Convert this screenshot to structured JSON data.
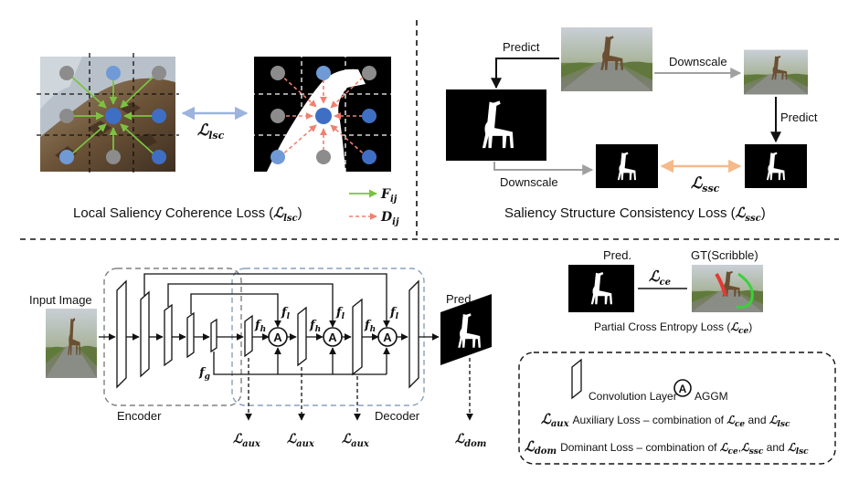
{
  "local_loss": {
    "symbol": "ℒ",
    "sub": "lsc",
    "caption": "Local Saliency Coherence Loss (",
    "caption_symbol": "ℒ",
    "caption_sub": "lsc",
    "caption_end": ")",
    "legend": [
      {
        "label": "F",
        "sub": "ij",
        "color": "#7cc242"
      },
      {
        "label": "D",
        "sub": "ij",
        "color": "#f08070"
      }
    ]
  },
  "structure_loss": {
    "predict_top": "Predict",
    "downscale_top": "Downscale",
    "predict_right": "Predict",
    "downscale_bottom": "Downscale",
    "symbol": "ℒ",
    "sub": "ssc",
    "caption": "Saliency Structure Consistency Loss (",
    "caption_symbol": "ℒ",
    "caption_sub": "ssc",
    "caption_end": ")"
  },
  "network": {
    "input_label": "Input Image",
    "encoder_label": "Encoder",
    "decoder_label": "Decoder",
    "pred_label": "Pred.",
    "fg": {
      "main": "f",
      "sub": "g"
    },
    "fh": {
      "main": "f",
      "sub": "h"
    },
    "fl": {
      "main": "f",
      "sub": "l"
    },
    "aggm_glyph": "A",
    "aux_loss": {
      "main": "ℒ",
      "sub": "aux"
    },
    "dom_loss": {
      "main": "ℒ",
      "sub": "dom"
    }
  },
  "cross_entropy": {
    "pred_label": "Pred.",
    "gt_label": "GT(Scribble)",
    "symbol": "ℒ",
    "sub": "ce",
    "caption": "Partial Cross Entropy Loss (",
    "caption_symbol": "ℒ",
    "caption_sub": "ce",
    "caption_end": ")"
  },
  "legend_box": {
    "conv_label": "Convolution Layer",
    "aggm_label": "AGGM",
    "aux_symbol": "ℒ",
    "aux_sub": "aux",
    "aux_text_1": "Auxiliary Loss – combination of ",
    "aux_ce_sub": "ce",
    "aux_and": " and ",
    "aux_lsc_sub": "lsc",
    "dom_symbol": "ℒ",
    "dom_sub": "dom",
    "dom_text_1": "Dominant Loss – combination of ",
    "dom_ce_sub": "ce",
    "dom_ssc_sub": "ssc",
    "dom_and": " and ",
    "dom_lsc_sub": "lsc",
    "comma": ","
  },
  "colors": {
    "green": "#7cc242",
    "red": "#f08070",
    "blue_node": "#4472c4",
    "gray_node": "#8c8c8c",
    "lsc_arrow": "#9bb3dd",
    "ssc_arrow": "#f5b98a",
    "dashed_box_gray": "#808080",
    "dashed_box_blue": "#8aa0bf"
  }
}
